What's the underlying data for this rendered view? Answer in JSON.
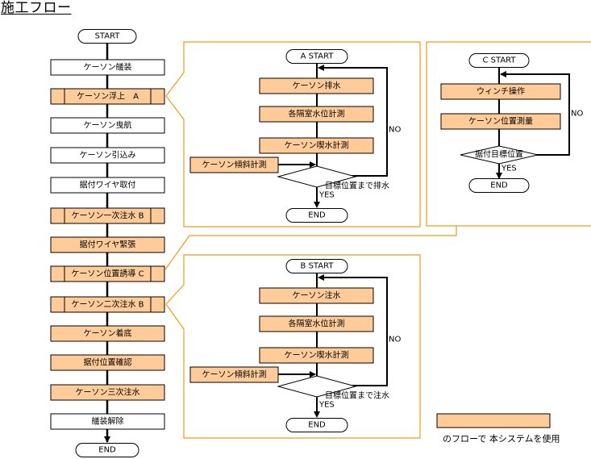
{
  "title": "施工フロー",
  "colors": {
    "highlight_fill": "#FFCC99",
    "panel_border": "#F29A1A",
    "line": "#000000"
  },
  "main_flow": {
    "start": "START",
    "end": "END",
    "steps": [
      {
        "label": "ケーソン艤装",
        "highlight": false,
        "subprocess": false
      },
      {
        "label": "ケーソン浮上　A",
        "highlight": true,
        "subprocess": true
      },
      {
        "label": "ケーソン曳航",
        "highlight": false,
        "subprocess": false
      },
      {
        "label": "ケーソン引込み",
        "highlight": false,
        "subprocess": false
      },
      {
        "label": "据付ワイヤ取付",
        "highlight": false,
        "subprocess": false
      },
      {
        "label": "ケーソン一次注水 B",
        "highlight": true,
        "subprocess": true
      },
      {
        "label": "据付ワイヤ緊張",
        "highlight": true,
        "subprocess": false
      },
      {
        "label": "ケーソン位置誘導 C",
        "highlight": true,
        "subprocess": true
      },
      {
        "label": "ケーソン二次注水 B",
        "highlight": true,
        "subprocess": true
      },
      {
        "label": "ケーソン着底",
        "highlight": true,
        "subprocess": false
      },
      {
        "label": "据付位置確認",
        "highlight": true,
        "subprocess": false
      },
      {
        "label": "ケーソン三次注水",
        "highlight": true,
        "subprocess": false
      },
      {
        "label": "艤装解除",
        "highlight": false,
        "subprocess": false
      }
    ]
  },
  "panel_a": {
    "start": "A START",
    "steps": [
      "ケーソン排水",
      "各隔室水位計測",
      "ケーソン喫水計測"
    ],
    "side_input": "ケーソン傾斜計測",
    "decision": "目標位置まで排水",
    "yes": "YES",
    "no": "NO",
    "end": "END"
  },
  "panel_b": {
    "start": "B START",
    "steps": [
      "ケーソン注水",
      "各隔室水位計測",
      "ケーソン喫水計測"
    ],
    "side_input": "ケーソン傾斜計測",
    "decision": "目標位置まで注水",
    "yes": "YES",
    "no": "NO",
    "end": "END"
  },
  "panel_c": {
    "start": "C START",
    "steps": [
      "ウィンチ操作",
      "ケーソン位置測量"
    ],
    "decision": "据付目標位置",
    "yes": "YES",
    "no": "NO",
    "end": "END"
  },
  "legend": {
    "text": "のフローで 本システムを使用"
  }
}
